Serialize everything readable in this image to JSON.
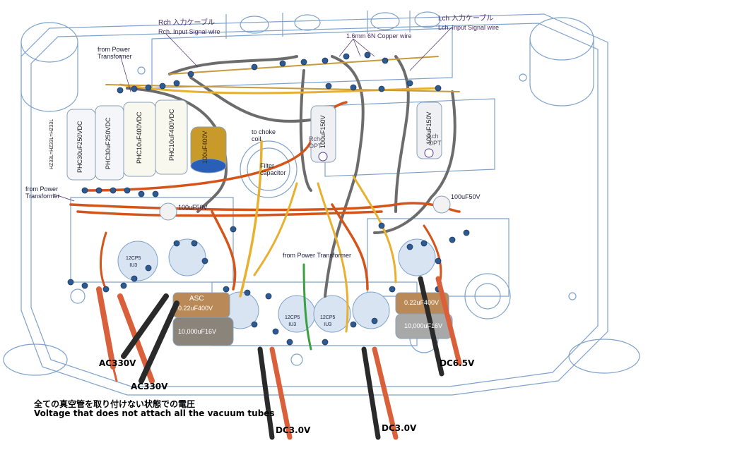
{
  "labels": {
    "rch_input_jp": "Rch 入力ケーブル",
    "rch_input_en": "Rch. Input Signal wire",
    "lch_input_jp": "Lch 入力ケーブル",
    "lch_input_en": "Lch. Input Signal wire",
    "copper_wire": "1.6mm 6N Copper wire",
    "from_power_transformer_top": "from Power\nTransformer",
    "from_power_transformer_left": "from Power\nTransformer",
    "from_power_transformer_mid": "from Power Transformer",
    "to_choke_coil": "to choke\ncoil",
    "filter_capacitor": "Filter\ncapacitor",
    "rch_opt": "Rch\nOPT",
    "lch_opt": "Lch\nOPT",
    "cap_100uf50v_right": "100uF50V",
    "cap_100uf50v_left": "100uF50V"
  },
  "capacitors": {
    "phc_1": "PHC30uF250VDC",
    "phc_2": "PHC30uF250VDC",
    "phc_3": "PHC10uF400VDC",
    "phc_4": "PHC10uF400VDC",
    "elec_100uf400v": "100uF400V",
    "lch_100uf150v": "100uF150V",
    "rch_100uf150v": "100uF150V",
    "asc_left_brand": "ASC",
    "asc_left_value": "0.22uF400V",
    "asc_right_value": "0.22uF400V",
    "elec_10000_left": "10,000uF16V",
    "elec_10000_right": "10,000uF16V",
    "diode_label": "HZ33L=HZ33L=HZ33L"
  },
  "tubes": {
    "left": "12CP5\nIU3",
    "mid_left": "12CP5\nIU3",
    "mid_right": "12CP5\nIU3"
  },
  "measurements": {
    "ac_left_1": "AC330V",
    "ac_left_2": "AC330V",
    "dc_mid_1": "DC3.0V",
    "dc_mid_2": "DC3.0V",
    "dc_right": "DC6.5V"
  },
  "caption": {
    "jp": "全ての真空管を取り付けない状態での電圧",
    "en": "Voltage that does not attach all the vacuum tubes"
  },
  "colors": {
    "chassis_line": "#7ea2cc",
    "wire_orange": "#d4541a",
    "wire_yellow": "#e8b030",
    "wire_gray": "#6c6c6c",
    "probe_red": "#d9603a",
    "probe_black": "#2a2a2a",
    "cap_blue": "#2a5fb8",
    "cap_gold": "#b8860b"
  }
}
